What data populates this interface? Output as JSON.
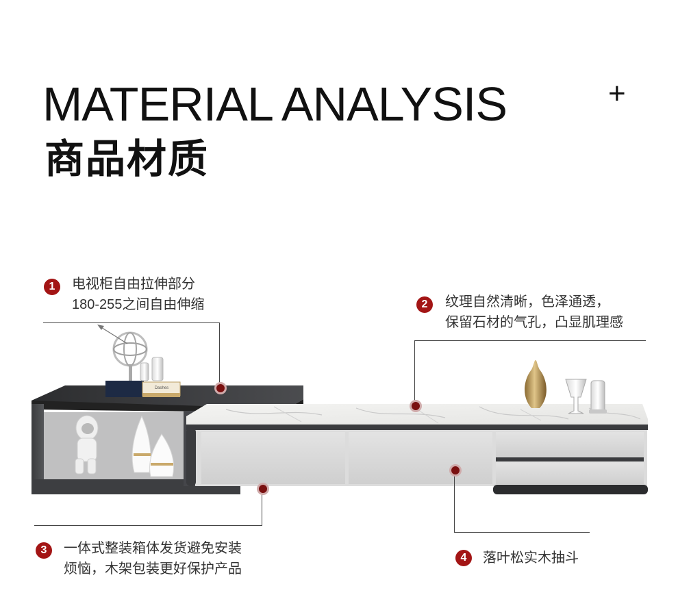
{
  "header": {
    "title_en": "MATERIAL ANALYSIS",
    "title_cn": "商品材质",
    "plus": "+"
  },
  "callouts": [
    {
      "number": "1",
      "line1": "电视柜自由拉伸部分",
      "line2": "180-255之间自由伸缩"
    },
    {
      "number": "2",
      "line1": "纹理自然清晰，色泽通透，",
      "line2": "保留石材的气孔，凸显肌理感"
    },
    {
      "number": "3",
      "line1": "一体式整装箱体发货避免安装",
      "line2": "烦恼，木架包装更好保护产品"
    },
    {
      "number": "4",
      "line1": "落叶松实木抽斗",
      "line2": ""
    }
  ],
  "book_title": "Dashes"
}
